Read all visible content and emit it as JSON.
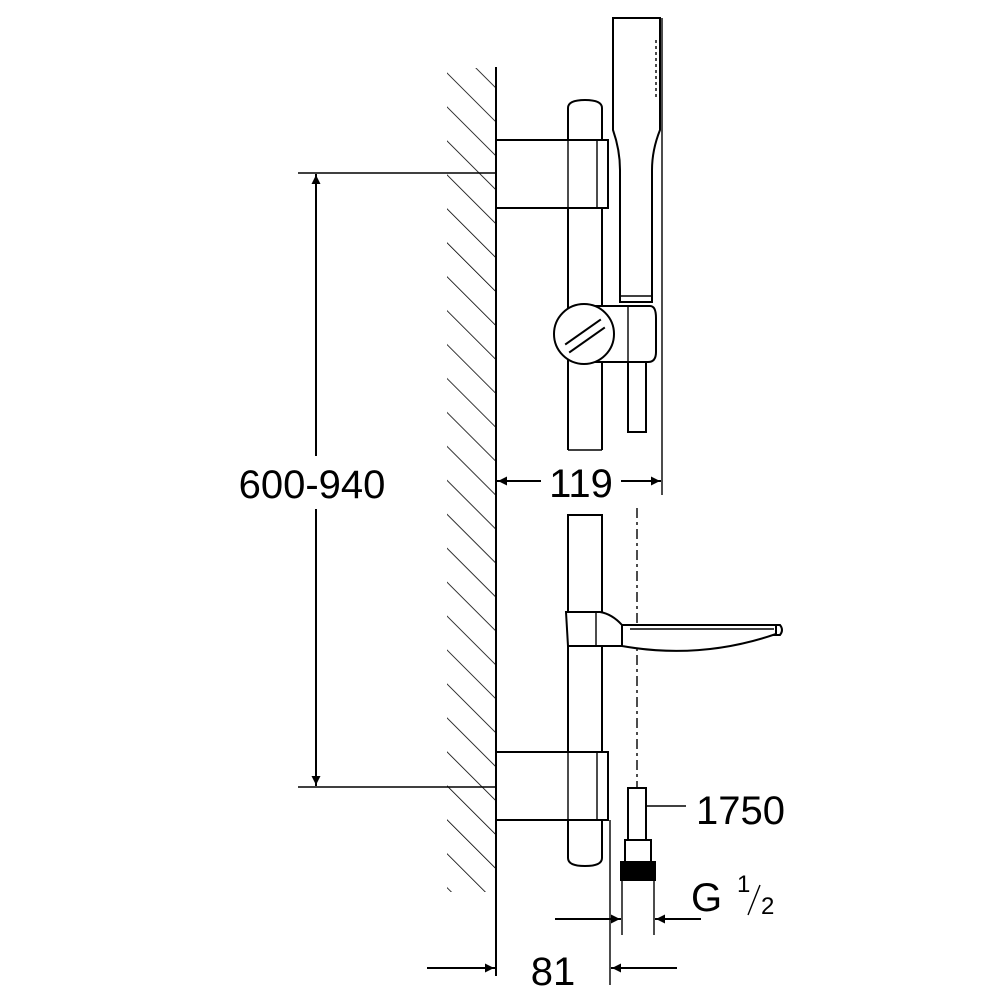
{
  "dimensions": {
    "rail_spacing": "600-940",
    "handshower_offset": "119",
    "hose_length": "1750",
    "connection_thread_main": "G",
    "connection_thread_num": "1",
    "connection_thread_den": "2",
    "wall_to_bar_offset": "81"
  }
}
